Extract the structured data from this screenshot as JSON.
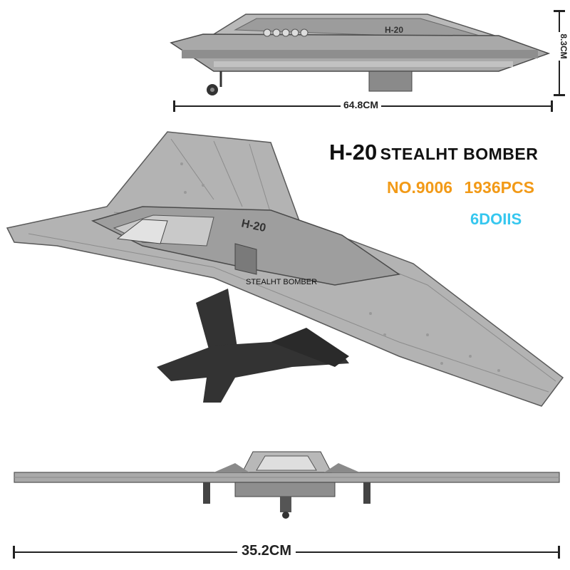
{
  "product": {
    "title_main": "H-20",
    "title_rest": "STEALHT BOMBER",
    "item_no": "NO.9006",
    "piece_count": "1936PCS",
    "brand": "6DOIIS",
    "model_label": "STEALHT BOMBER"
  },
  "dimensions": {
    "length": "64.8CM",
    "height": "8.3CM",
    "wingspan": "35.2CM"
  },
  "decals": {
    "tail_code": "H-20"
  },
  "colors": {
    "title": "#111111",
    "item_line": "#f29a17",
    "brand": "#36c7ef",
    "model_grey": "#a9a9a9",
    "stand": "#333333"
  }
}
